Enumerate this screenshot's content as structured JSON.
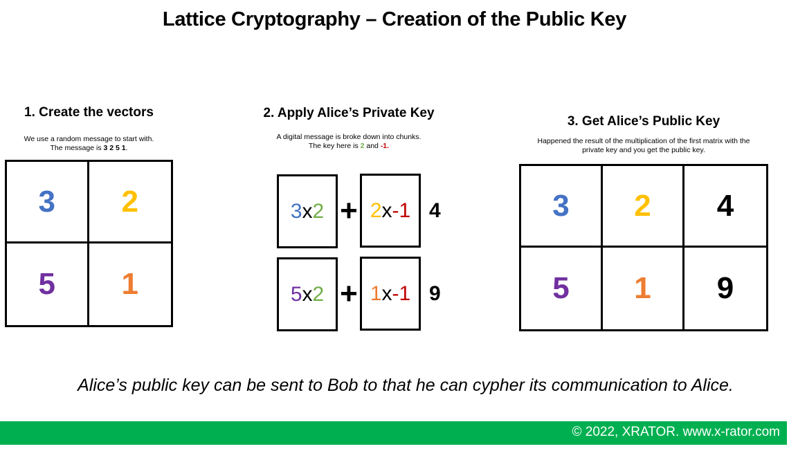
{
  "title": "Lattice Cryptography – Creation of the Public Key",
  "colors": {
    "blue": "#4472C4",
    "yellow": "#FFC000",
    "purple": "#7030A0",
    "orange": "#ED7D31",
    "green": "#70AD47",
    "red": "#C00000",
    "black": "#000000",
    "footer_green": "#00B050"
  },
  "sections": [
    {
      "heading": "1. Create the vectors",
      "desc_line1": "We use a random message to start with.",
      "desc_line2_prefix": "The message is ",
      "desc_line2_bold": "3 2 5 1",
      "desc_line2_suffix": ".",
      "grid": [
        {
          "value": "3",
          "color": "#4472C4"
        },
        {
          "value": "2",
          "color": "#FFC000"
        },
        {
          "value": "5",
          "color": "#7030A0"
        },
        {
          "value": "1",
          "color": "#ED7D31"
        }
      ]
    },
    {
      "heading": "2. Apply Alice’s Private Key",
      "desc_line1": "A digital message is broke down into chunks.",
      "desc_line2_prefix": "The key  here is ",
      "key_a": "2",
      "desc_line2_mid": " and ",
      "key_b": "-1",
      "desc_line2_suffix": ".",
      "rows": [
        {
          "left": {
            "a": "3",
            "op": "x",
            "b": "2"
          },
          "plus": "+",
          "right": {
            "a": "2",
            "op": "x",
            "b": "-1"
          },
          "result": "4"
        },
        {
          "left": {
            "a": "5",
            "op": "x",
            "b": "2"
          },
          "plus": "+",
          "right": {
            "a": "1",
            "op": "x",
            "b": "-1"
          },
          "result": "9"
        }
      ]
    },
    {
      "heading": "3. Get Alice’s Public Key",
      "desc_line1": "Happened the result of the multiplication of the first matrix with the",
      "desc_line2": "private key and you get the public key.",
      "grid": [
        {
          "value": "3",
          "color": "#4472C4"
        },
        {
          "value": "2",
          "color": "#FFC000"
        },
        {
          "value": "4",
          "color": "#000000"
        },
        {
          "value": "5",
          "color": "#7030A0"
        },
        {
          "value": "1",
          "color": "#ED7D31"
        },
        {
          "value": "9",
          "color": "#000000"
        }
      ]
    }
  ],
  "conclusion": "Alice’s public key can be sent to Bob to that he can cypher its communication to Alice.",
  "footer": "© 2022, XRATOR. www.x-rator.com"
}
